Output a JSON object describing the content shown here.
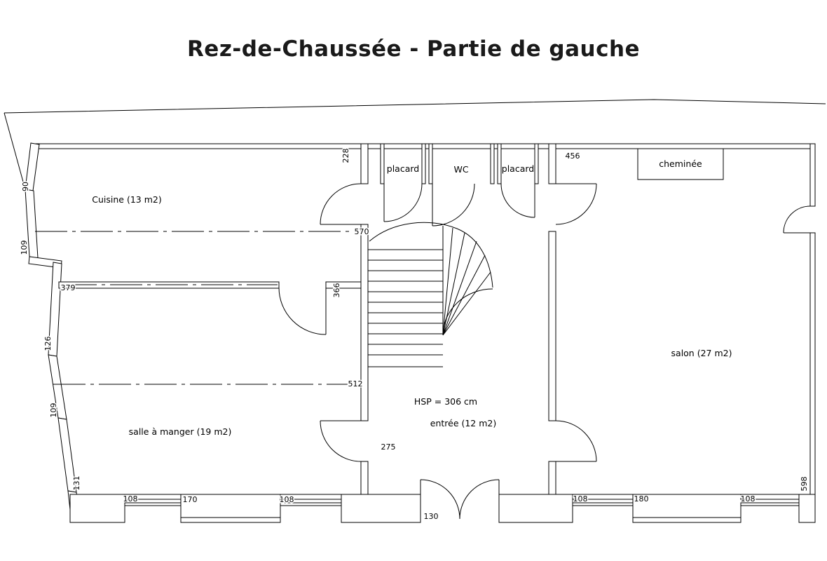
{
  "title": "Rez-de-Chaussée - Partie de gauche",
  "colors": {
    "line": "#000000",
    "title_text": "#1a1a1a",
    "background": "#ffffff"
  },
  "rooms": {
    "cuisine": "Cuisine (13 m2)",
    "salle_a_manger": "salle à manger (19 m2)",
    "placard_left": "placard",
    "wc": "WC",
    "placard_right": "placard",
    "cheminee": "cheminée",
    "salon": "salon (27 m2)",
    "entree": "entrée (12 m2)",
    "hsp": "HSP = 306 cm"
  },
  "dimensions": {
    "left_90": "90",
    "left_109a": "109",
    "left_126": "126",
    "left_109b": "109",
    "left_131": "131",
    "kitchen_228": "228",
    "kitchen_570": "570",
    "passage_366": "366",
    "dining_512": "512",
    "dining_379": "379",
    "entree_275": "275",
    "top_456": "456",
    "right_598": "598",
    "bottom_108a": "108",
    "bottom_170": "170",
    "bottom_108b": "108",
    "door_130": "130",
    "bottom_108c": "108",
    "bottom_180": "180",
    "bottom_108d": "108"
  }
}
